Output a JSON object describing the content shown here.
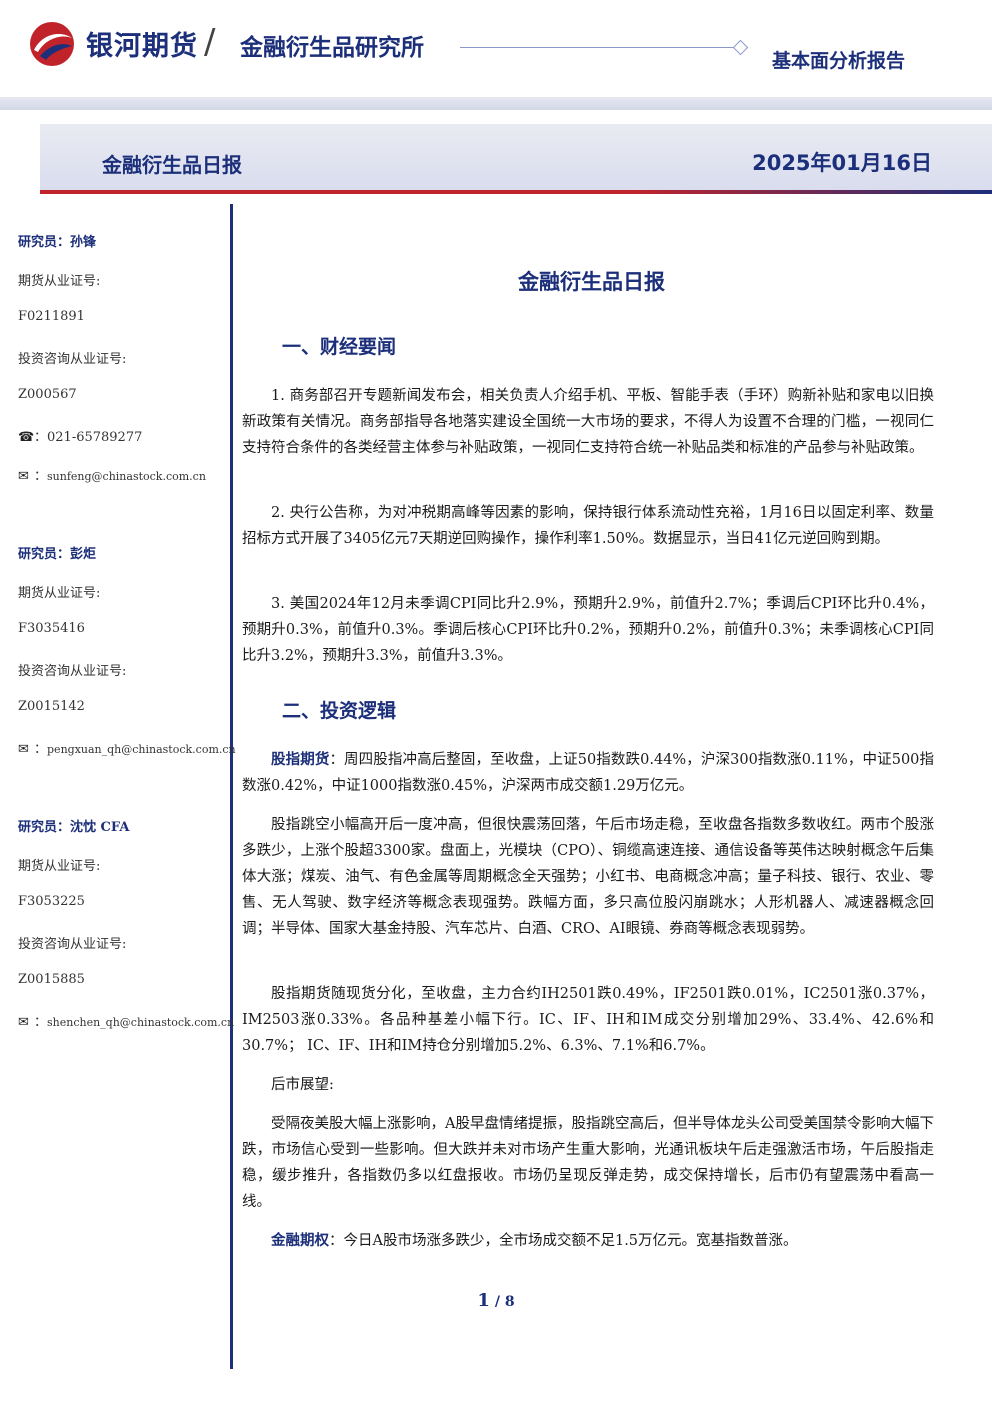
{
  "header": {
    "brand": "银河期货",
    "institute": "金融衍生品研究所",
    "report_type": "基本面分析报告"
  },
  "banner": {
    "title": "金融衍生品日报",
    "date": "2025年01月16日"
  },
  "analysts": [
    {
      "name": "研究员：孙锋",
      "futures_label": "期货从业证号:",
      "futures_id": "F0211891",
      "consult_label": "投资咨询从业证号:",
      "consult_id": "Z000567",
      "phone": "：021-65789277",
      "email": "sunfeng@chinastock.com.cn"
    },
    {
      "name": "研究员：彭炬",
      "futures_label": "期货从业证号:",
      "futures_id": "F3035416",
      "consult_label": "投资咨询从业证号:",
      "consult_id": "Z0015142",
      "email": "pengxuan_qh@chinastock.com.cn"
    },
    {
      "name": "研究员：沈忱  CFA",
      "futures_label": "期货从业证号:",
      "futures_id": "F3053225",
      "consult_label": "投资咨询从业证号:",
      "consult_id": "Z0015885",
      "email": "shenchen_qh@chinastock.com.cn"
    }
  ],
  "icons": {
    "phone": "phone-icon",
    "email": "email-icon"
  },
  "main": {
    "title": "金融衍生品日报",
    "section1": "一、财经要闻",
    "news": [
      "1. 商务部召开专题新闻发布会，相关负责人介绍手机、平板、智能手表（手环）购新补贴和家电以旧换新政策有关情况。商务部指导各地落实建设全国统一大市场的要求，不得人为设置不合理的门槛，一视同仁支持符合条件的各类经营主体参与补贴政策，一视同仁支持符合统一补贴品类和标准的产品参与补贴政策。",
      "2. 央行公告称，为对冲税期高峰等因素的影响，保持银行体系流动性充裕，1月16日以固定利率、数量招标方式开展了3405亿元7天期逆回购操作，操作利率1.50%。数据显示，当日41亿元逆回购到期。",
      "3. 美国2024年12月未季调CPI同比升2.9%，预期升2.9%，前值升2.7%；季调后CPI环比升0.4%，预期升0.3%，前值升0.3%。季调后核心CPI环比升0.2%，预期升0.2%，前值升0.3%；未季调核心CPI同比升3.2%，预期升3.3%，前值升3.3%。"
    ],
    "section2": "二、投资逻辑",
    "stock_futures_label": "股指期货",
    "stock_futures_text": "：周四股指冲高后整固，至收盘，上证50指数跌0.44%，沪深300指数涨0.11%，中证500指数涨0.42%，中证1000指数涨0.45%，沪深两市成交额1.29万亿元。",
    "para_market": "股指跳空小幅高开后一度冲高，但很快震荡回落，午后市场走稳，至收盘各指数多数收红。两市个股涨多跌少，上涨个股超3300家。盘面上，光模块（CPO）、铜缆高速连接、通信设备等英伟达映射概念午后集体大涨；煤炭、油气、有色金属等周期概念全天强势；小红书、电商概念冲高；量子科技、银行、农业、零售、无人驾驶、数字经济等概念表现强势。跌幅方面，多只高位股闪崩跳水；人形机器人、减速器概念回调；半导体、国家大基金持股、汽车芯片、白酒、CRO、AI眼镜、券商等概念表现弱势。",
    "para_futures": "股指期货随现货分化，至收盘，主力合约IH2501跌0.49%，IF2501跌0.01%，IC2501涨0.37%，IM2503涨0.33%。各品种基差小幅下行。IC、IF、IH和IM成交分别增加29%、33.4%、42.6%和30.7%； IC、IF、IH和IM持仓分别增加5.2%、6.3%、7.1%和6.7%。",
    "outlook_label": "后市展望:",
    "para_outlook": "受隔夜美股大幅上涨影响，A股早盘情绪提振，股指跳空高后，但半导体龙头公司受美国禁令影响大幅下跌，市场信心受到一些影响。但大跌并未对市场产生重大影响，光通讯板块午后走强激活市场，午后股指走稳，缓步推升，各指数仍多以红盘报收。市场仍呈现反弹走势，成交保持增长，后市仍有望震荡中看高一线。",
    "options_label": "金融期权",
    "options_text": "：今日A股市场涨多跌少，全市场成交额不足1.5万亿元。宽基指数普涨。"
  },
  "footer": {
    "page": "1",
    "total": "8"
  }
}
